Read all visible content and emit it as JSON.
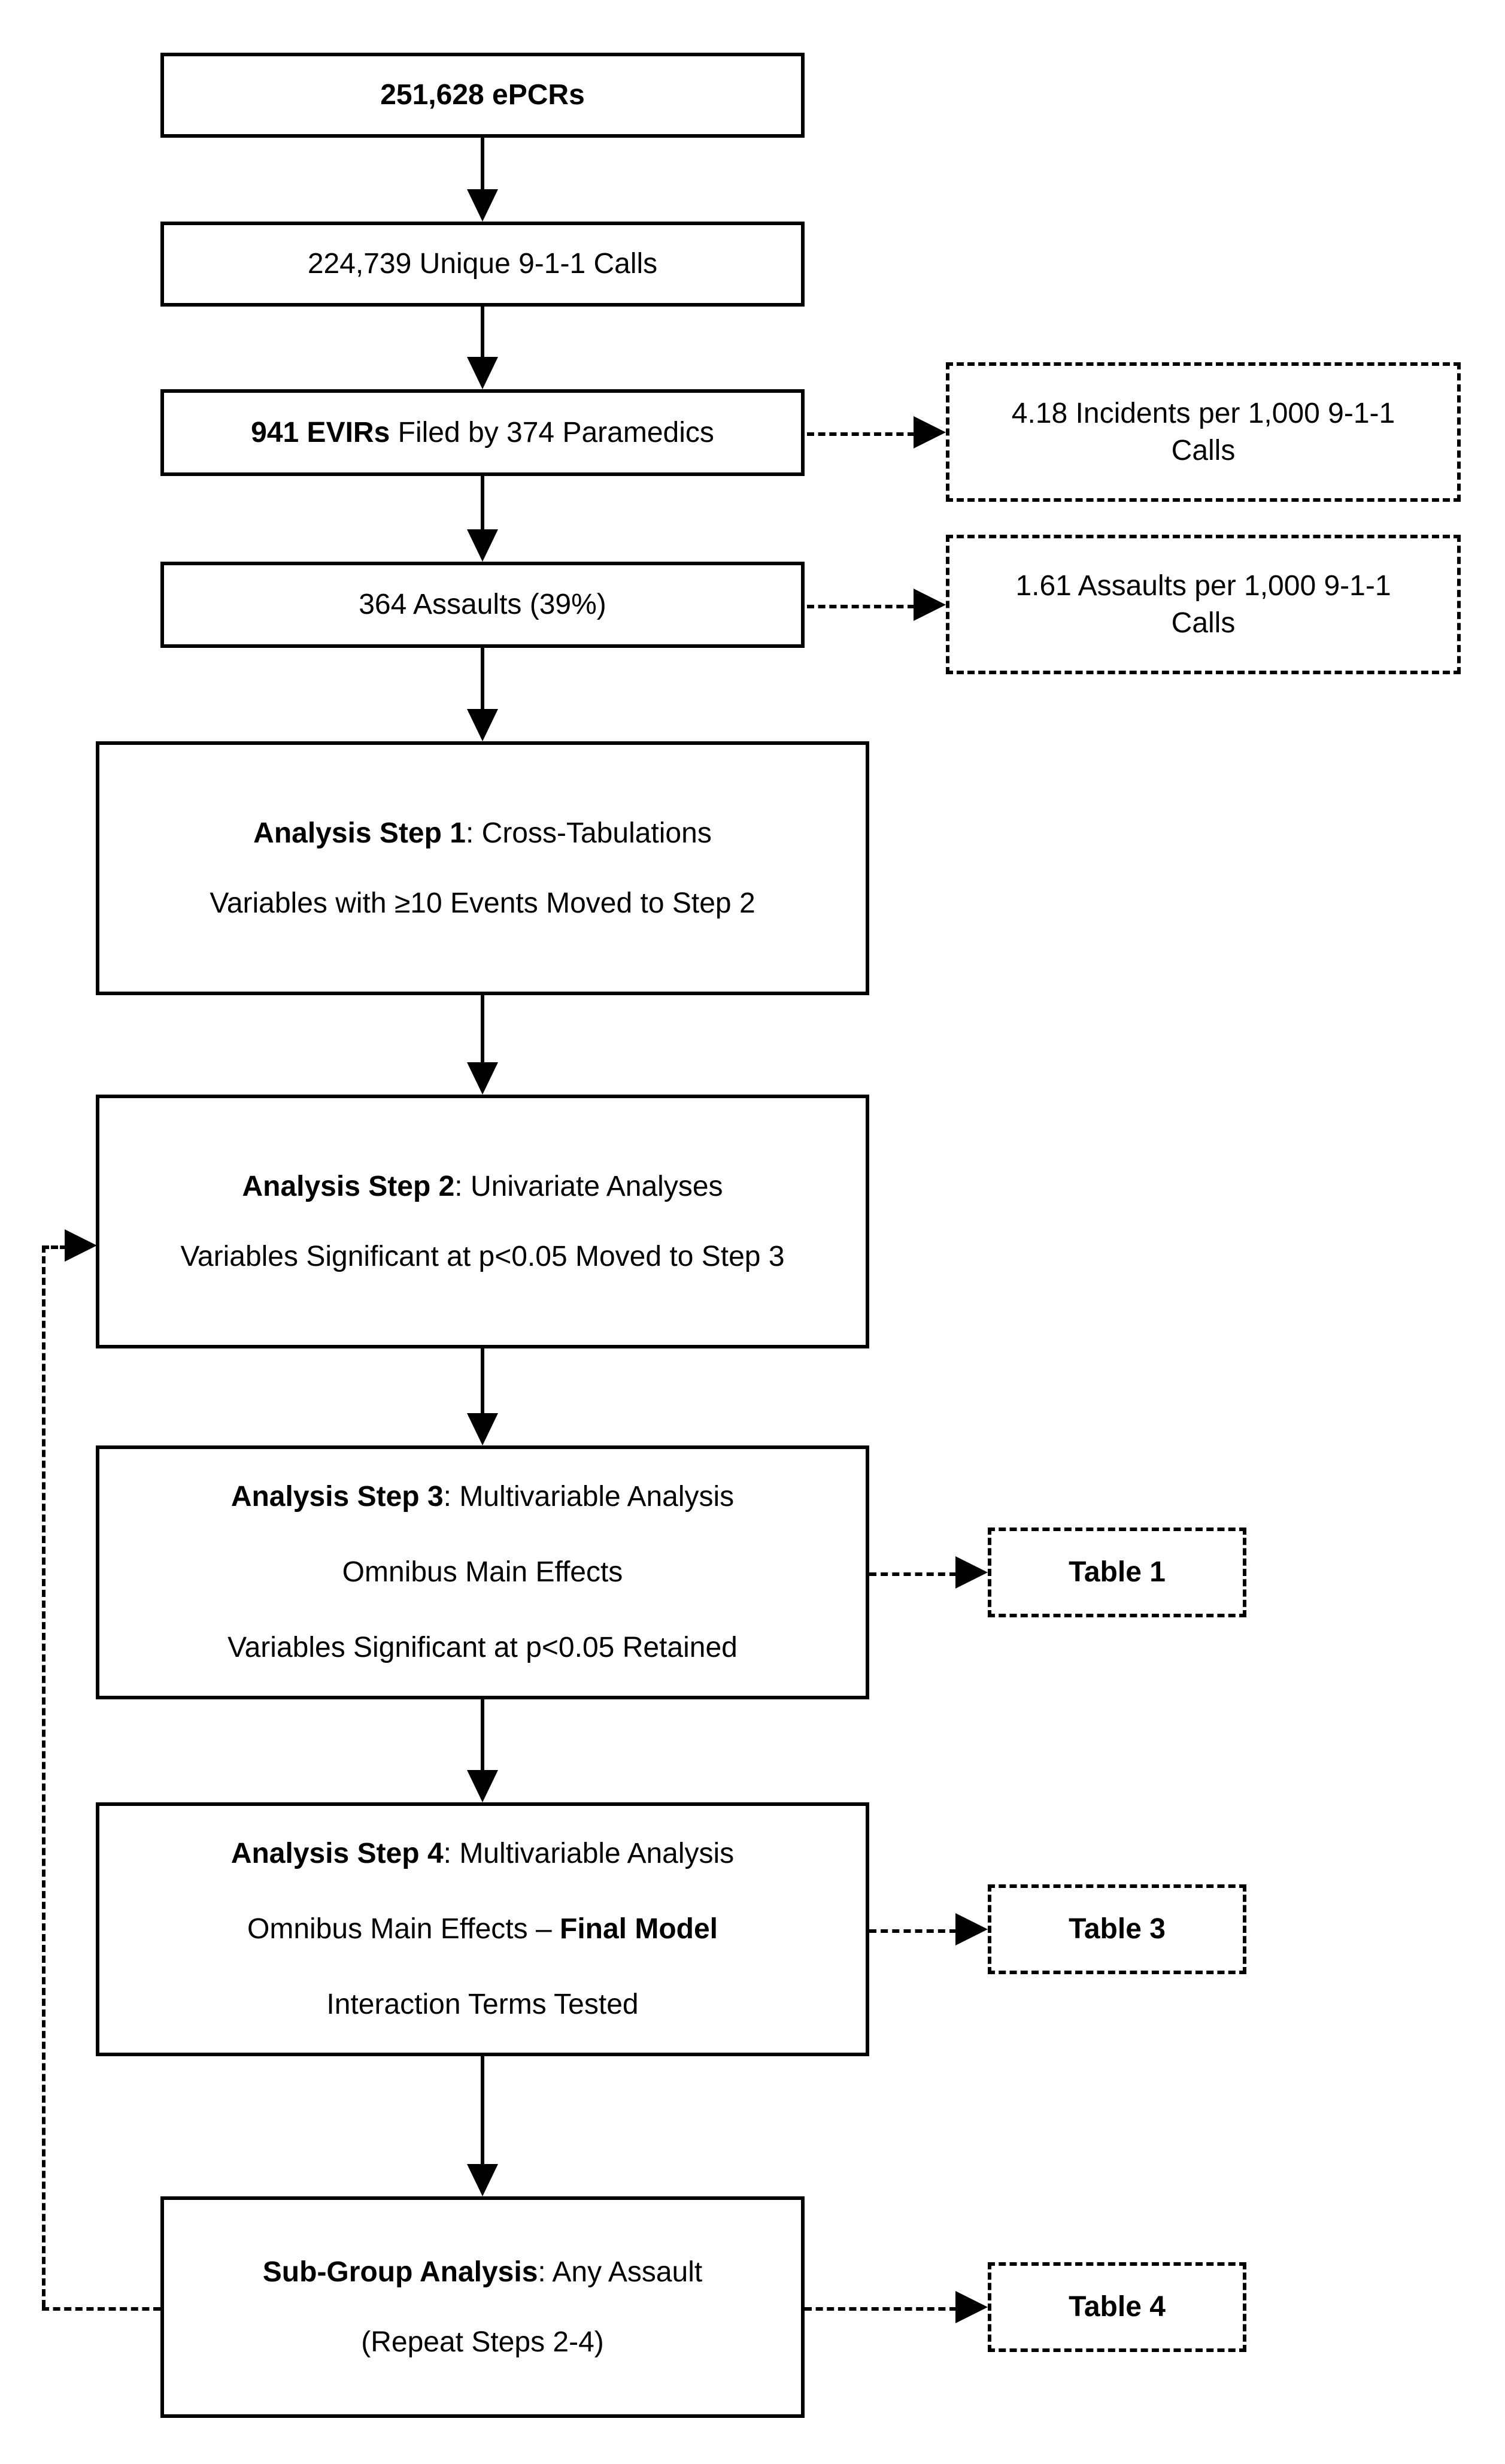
{
  "theme": {
    "ink": "#000000",
    "paper": "#ffffff"
  },
  "flow": {
    "nodes": {
      "epcrs": {
        "line1": [
          {
            "text": "251,628 ePCRs",
            "bold": true
          }
        ]
      },
      "unique_calls": {
        "line1": [
          {
            "text": "224,739 Unique 9-1-1 Calls",
            "bold": false
          }
        ]
      },
      "evirs": {
        "line1": [
          {
            "text": "941 EVIRs",
            "bold": true
          },
          {
            "text": " Filed by 374 Paramedics",
            "bold": false
          }
        ]
      },
      "assaults": {
        "line1": [
          {
            "text": "364 Assaults (39%)",
            "bold": false
          }
        ]
      },
      "step1": {
        "line1": [
          {
            "text": "Analysis Step 1",
            "bold": true
          },
          {
            "text": ": Cross-Tabulations",
            "bold": false
          }
        ],
        "line2": [
          {
            "text": "Variables with ≥10 Events Moved to Step 2",
            "bold": false
          }
        ]
      },
      "step2": {
        "line1": [
          {
            "text": "Analysis Step 2",
            "bold": true
          },
          {
            "text": ": Univariate Analyses",
            "bold": false
          }
        ],
        "line2": [
          {
            "text": "Variables Significant at p<0.05 Moved to Step 3",
            "bold": false
          }
        ]
      },
      "step3": {
        "line1": [
          {
            "text": "Analysis Step 3",
            "bold": true
          },
          {
            "text": ": Multivariable Analysis",
            "bold": false
          }
        ],
        "line2": [
          {
            "text": "Omnibus Main Effects",
            "bold": false
          }
        ],
        "line3": [
          {
            "text": "Variables Significant at p<0.05 Retained",
            "bold": false
          }
        ]
      },
      "step4": {
        "line1": [
          {
            "text": "Analysis Step 4",
            "bold": true
          },
          {
            "text": ": Multivariable Analysis",
            "bold": false
          }
        ],
        "line2": [
          {
            "text": "Omnibus Main Effects – ",
            "bold": false
          },
          {
            "text": "Final Model",
            "bold": true
          }
        ],
        "line3": [
          {
            "text": "Interaction Terms Tested",
            "bold": false
          }
        ]
      },
      "subgroup": {
        "line1": [
          {
            "text": "Sub-Group Analysis",
            "bold": true
          },
          {
            "text": ": Any Assault",
            "bold": false
          }
        ],
        "line2": [
          {
            "text": "(Repeat Steps 2-4)",
            "bold": false
          }
        ]
      }
    },
    "notes": {
      "incident_rate": {
        "text": "4.18 Incidents per 1,000 9-1-1 Calls"
      },
      "assault_rate": {
        "text": "1.61 Assaults per 1,000 9-1-1 Calls"
      }
    },
    "tables": {
      "t1": {
        "label": "Table 1"
      },
      "t3": {
        "label": "Table 3"
      },
      "t4": {
        "label": "Table 4"
      }
    }
  }
}
